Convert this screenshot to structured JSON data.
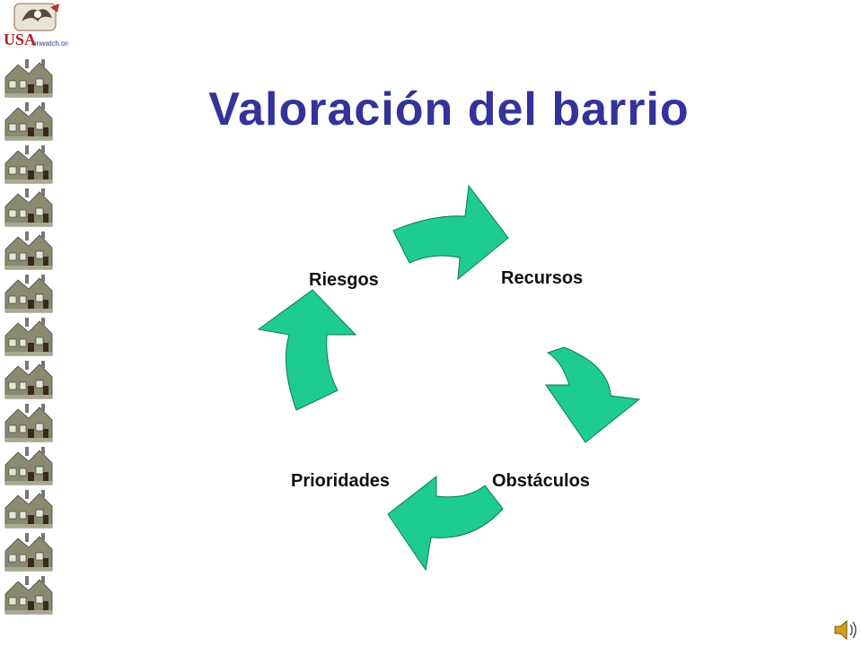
{
  "slide": {
    "title": "Valoración del barrio"
  },
  "logo": {
    "text_main": "USA",
    "text_sub": "onwatch.org"
  },
  "cycle": {
    "nodes": [
      "Recursos",
      "Obstáculos",
      "Prioridades",
      "Riesgos"
    ],
    "arrow_color": "#1fcc8f"
  },
  "colors": {
    "title": "#33339a",
    "sidebar": "#6b6b55"
  },
  "icons": {
    "sound": "speaker-icon",
    "house": "house-icon"
  }
}
